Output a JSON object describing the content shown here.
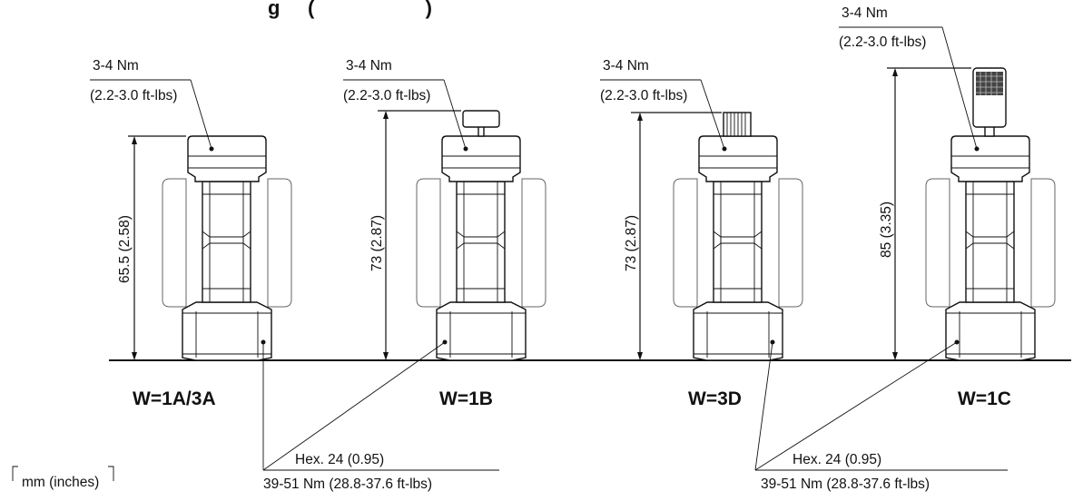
{
  "title_fragment": "g     (                    )",
  "units_box": "mm  (inches)",
  "models": [
    {
      "label": "W=1A/3A",
      "height": "65.5 (2.58)",
      "torque_nm": "3-4 Nm",
      "torque_ftlbs": "(2.2-3.0 ft-lbs)"
    },
    {
      "label": "W=1B",
      "height": "73 (2.87)",
      "torque_nm": "3-4 Nm",
      "torque_ftlbs": "(2.2-3.0 ft-lbs)"
    },
    {
      "label": "W=3D",
      "height": "73 (2.87)",
      "torque_nm": "3-4 Nm",
      "torque_ftlbs": "(2.2-3.0 ft-lbs)"
    },
    {
      "label": "W=1C",
      "height": "85 (3.35)",
      "torque_nm": "3-4 Nm",
      "torque_ftlbs": "(2.2-3.0 ft-lbs)"
    }
  ],
  "hex_callouts": [
    {
      "hex": "Hex. 24 (0.95)",
      "torque": "39-51 Nm (28.8-37.6 ft-lbs)"
    },
    {
      "hex": "Hex. 24 (0.95)",
      "torque": "39-51 Nm (28.8-37.6 ft-lbs)"
    }
  ]
}
